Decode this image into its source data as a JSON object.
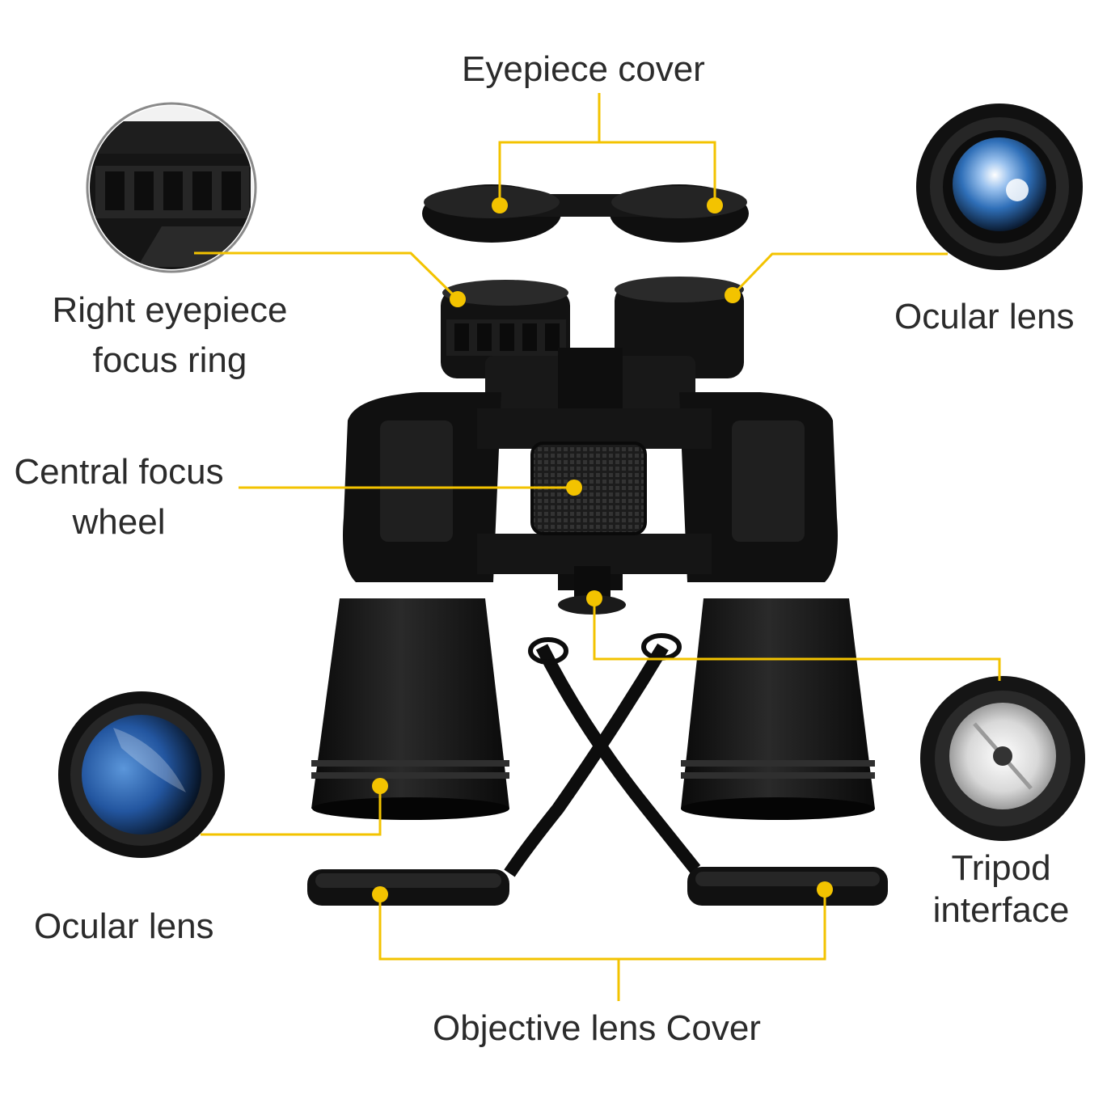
{
  "labels": {
    "eyepiece_cover": "Eyepiece cover",
    "right_eyepiece_focus_ring": [
      "Right eyepiece",
      "focus ring"
    ],
    "ocular_lens_top": "Ocular lens",
    "central_focus_wheel": [
      "Central focus",
      "wheel"
    ],
    "ocular_lens_bottom": "Ocular lens",
    "tripod_interface": [
      "Tripod",
      "interface"
    ],
    "objective_lens_cover": "Objective lens Cover"
  },
  "colors": {
    "leader_line": "#f3c300",
    "marker_dot": "#f3c300",
    "label_text": "#2b2b2b",
    "body": "#141414",
    "lens_blue": "#2f6fb8"
  },
  "icons": {
    "product": "binoculars",
    "detail_views": [
      "eyepiece-ring-closeup",
      "ocular-lens-closeup",
      "objective-lens-closeup",
      "tripod-socket-closeup"
    ]
  }
}
